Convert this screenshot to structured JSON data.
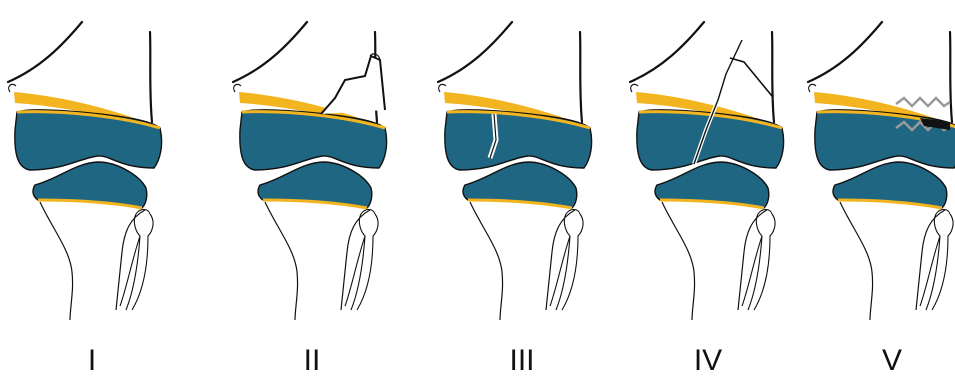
{
  "panels": [
    {
      "label": "I"
    },
    {
      "label": "II"
    },
    {
      "label": "III"
    },
    {
      "label": "IV"
    },
    {
      "label": "V"
    }
  ],
  "colors": {
    "cartilage": "#1f6682",
    "physis": "#f2b51f",
    "outline": "#111111",
    "fracture": "#9a9a9a",
    "background": "#ffffff"
  }
}
